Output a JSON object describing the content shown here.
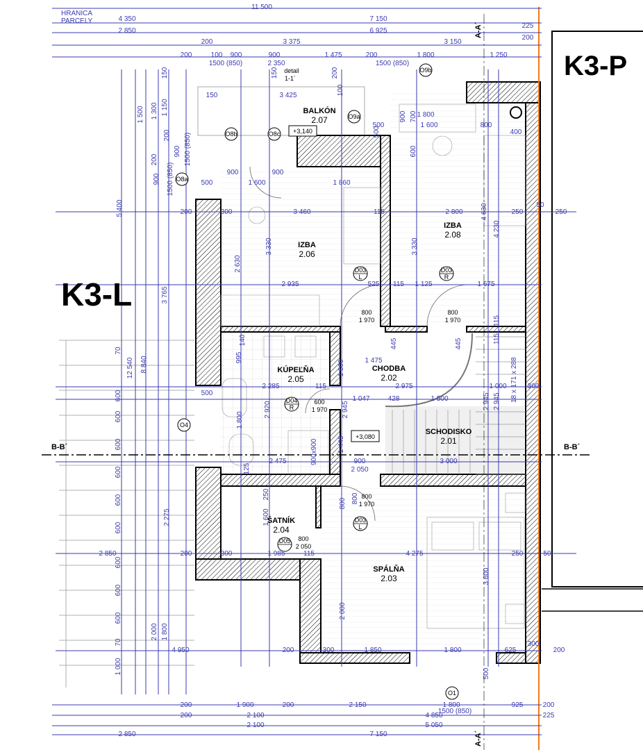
{
  "labels": {
    "boundary_line1": "HRANICA",
    "boundary_line2": "PARCELY",
    "neighbor_left": "K3-L",
    "neighbor_right": "K3-P",
    "section_b_left": "B-B´",
    "section_b_right": "B-B´",
    "section_a_top": "A-A´",
    "section_a_bottom": "A-A´",
    "detail": "detail",
    "detail_ref": "1-1´",
    "level_balcony": "+3,140",
    "level_floor": "+3,080",
    "stairs_note": "18 x 171 x 288",
    "shower_size": "900x900"
  },
  "rooms": [
    {
      "name": "BALKÓN",
      "number": "2.07"
    },
    {
      "name": "IZBA",
      "number": "2.06"
    },
    {
      "name": "IZBA",
      "number": "2.08"
    },
    {
      "name": "KÚPEĽŇA",
      "number": "2.05"
    },
    {
      "name": "CHODBA",
      "number": "2.02"
    },
    {
      "name": "SCHODISKO",
      "number": "2.01"
    },
    {
      "name": "ŠATNÍK",
      "number": "2.04"
    },
    {
      "name": "SPÁLŇA",
      "number": "2.03"
    }
  ],
  "tags": [
    "O8b",
    "O8c",
    "O9a",
    "O9b",
    "O8a",
    "O4",
    "O1"
  ],
  "doors": [
    {
      "id": "D03",
      "side": "L",
      "w": "800",
      "h": "1 970"
    },
    {
      "id": "D03",
      "side": "R",
      "w": "800",
      "h": "1 970"
    },
    {
      "id": "D04",
      "side": "R",
      "w": "600",
      "h": "1 970"
    },
    {
      "id": "D05",
      "side": "",
      "w": "800",
      "h": "2 050"
    },
    {
      "id": "D03",
      "side": "L",
      "w": "800",
      "h": "1 970"
    }
  ],
  "dimensions": [
    "11 500",
    "4 350",
    "7 150",
    "225",
    "2 850",
    "6 925",
    "200",
    "200",
    "3 375",
    "3 150",
    "200",
    "100",
    "900",
    "900",
    "1 475",
    "200",
    "1 800",
    "1 250",
    "1500 (850)",
    "2 350",
    "1500 (850)",
    "150",
    "3 425",
    "500",
    "900",
    "1 600",
    "900",
    "1 860",
    "1 800",
    "500",
    "1 600",
    "800",
    "400",
    "200",
    "300",
    "3 460",
    "115",
    "2 800",
    "250",
    "50",
    "250",
    "2 935",
    "525",
    "115",
    "1 125",
    "1 675",
    "1 475",
    "2 285",
    "115",
    "2 975",
    "1 000",
    "300",
    "500",
    "1 047",
    "428",
    "1 500",
    "2 475",
    "900",
    "2 050",
    "3 000",
    "2 850",
    "200",
    "300",
    "1 985",
    "115",
    "4 275",
    "250",
    "50",
    "4 950",
    "200",
    "300",
    "1 850",
    "1 800",
    "625",
    "300",
    "200",
    "200",
    "1 900",
    "200",
    "2 150",
    "1 800",
    "925",
    "200",
    "1500 (850)",
    "200",
    "2 100",
    "4 850",
    "225",
    "2 100",
    "5 050",
    "2 850",
    "7 150"
  ],
  "vertical_dimensions": [
    "150",
    "1 500",
    "1 300",
    "1 150",
    "200",
    "200",
    "900",
    "1500 (850)",
    "5 400",
    "3 765",
    "8 840",
    "12 540",
    "2 630",
    "3 330",
    "3 330",
    "4 630",
    "4 230",
    "600",
    "900",
    "700",
    "150",
    "200",
    "100",
    "900",
    "1500 (850)",
    "995",
    "140",
    "2 920",
    "1 800",
    "2 945",
    "1 445",
    "1 500",
    "445",
    "445",
    "2 945",
    "2 945",
    "115",
    "115",
    "1 600",
    "250",
    "2 000",
    "800",
    "800",
    "3 600",
    "2 275",
    "2 000",
    "1 800",
    "1 000",
    "600",
    "600",
    "600",
    "600",
    "600",
    "600",
    "600",
    "600",
    "600",
    "70",
    "70",
    "500",
    "500",
    "125"
  ]
}
